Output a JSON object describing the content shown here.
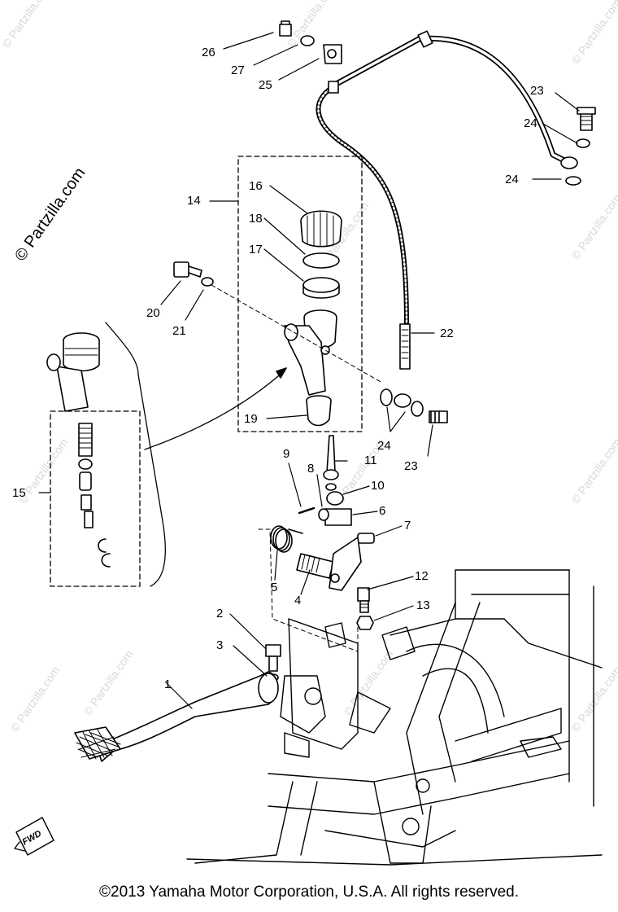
{
  "watermark": {
    "main": "© Partzilla.com",
    "tile": "© Partzilla.com"
  },
  "fwd_label": "FWD",
  "copyright": "©2013  Yamaha Motor Corporation, U.S.A. All rights reserved.",
  "callouts": {
    "c1": "1",
    "c2": "2",
    "c3": "3",
    "c4": "4",
    "c5": "5",
    "c6": "6",
    "c7": "7",
    "c8": "8",
    "c9": "9",
    "c10": "10",
    "c11": "11",
    "c12": "12",
    "c13": "13",
    "c14": "14",
    "c15": "15",
    "c16": "16",
    "c17": "17",
    "c18": "18",
    "c19": "19",
    "c20": "20",
    "c21": "21",
    "c22": "22",
    "c23a": "23",
    "c23b": "23",
    "c24a": "24",
    "c24b": "24",
    "c24c": "24",
    "c25": "25",
    "c26": "26",
    "c27": "27"
  },
  "colors": {
    "ink": "#000000",
    "watermark": "#d8d8d8"
  }
}
